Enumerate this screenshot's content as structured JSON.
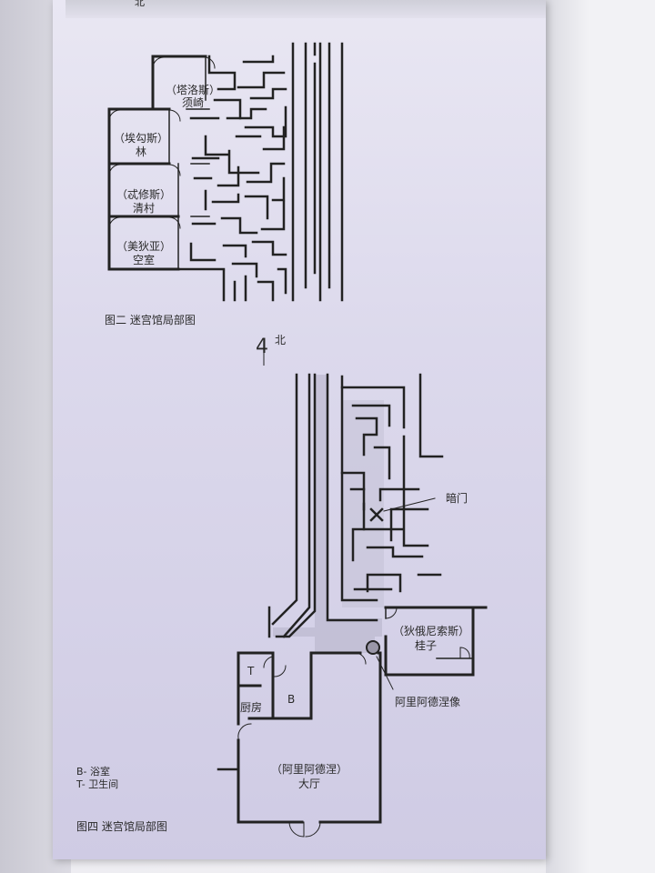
{
  "top_mark": "北",
  "figure2": {
    "caption": "图二  迷宫馆局部图",
    "rooms": [
      {
        "line1": "（塔洛斯）",
        "line2": "须崎"
      },
      {
        "line1": "（埃勾斯）",
        "line2": "林"
      },
      {
        "line1": "（忒修斯）",
        "line2": "清村"
      },
      {
        "line1": "（美狄亚）",
        "line2": "空室"
      }
    ]
  },
  "north": {
    "digit": "4",
    "label": "北"
  },
  "figure4": {
    "caption": "图四  迷宫馆局部图",
    "secret_door": "暗门",
    "diogenes_room": {
      "line1": "（狄俄尼索斯）",
      "line2": "桂子"
    },
    "statue": "阿里阿德涅像",
    "hall": {
      "line1": "（阿里阿德涅）",
      "line2": "大厅"
    },
    "toilet": "T",
    "bath": "B",
    "kitchen": "厨房",
    "legend": [
      "B- 浴室",
      "T- 卫生间"
    ]
  }
}
